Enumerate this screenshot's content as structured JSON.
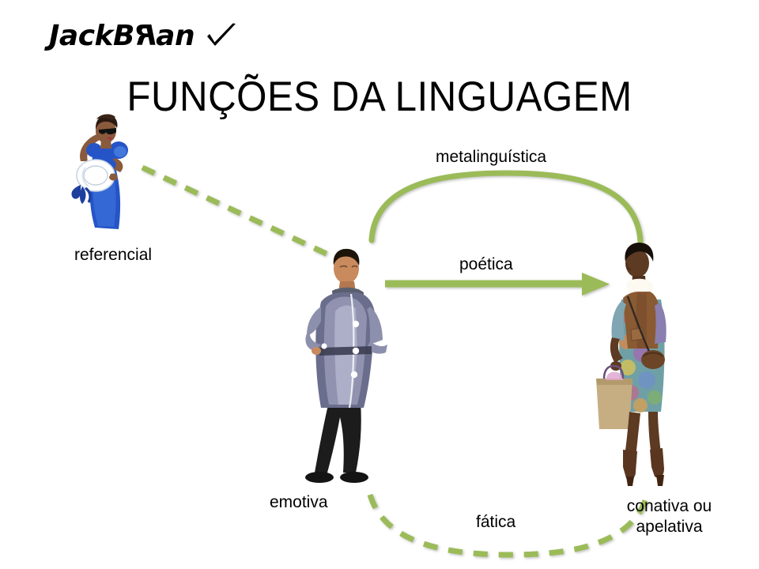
{
  "slide": {
    "background_color": "#FFFFFF",
    "accent_green": "#9BBB59",
    "title": "FUNÇÕES DA LINGUAGEM"
  },
  "logo": {
    "text_part1": "Jack",
    "text_part2": "B",
    "text_part3": "R",
    "text_part4": "an",
    "full_text": "JackBRan",
    "check_icon": "check-icon"
  },
  "labels": {
    "referencial": "referencial",
    "metalinguistica": "metalinguística",
    "poetica": "poética",
    "emotiva": "emotiva",
    "fatica": "fática",
    "conativa_line1": "conativa ou",
    "conativa_line2": "apelativa"
  },
  "figures": {
    "referencial": "woman-in-blue-dress-with-hat",
    "emotiva": "man-in-long-grey-coat",
    "conativa": "woman-with-shopping-bag"
  },
  "connectors": {
    "referencial_link": "green-dashed-diagonal-line",
    "metalinguistica_arc": "green-solid-curved-arc",
    "poetica_arrow": "green-solid-right-arrow",
    "fatica_arc": "green-dashed-curved-arc"
  }
}
